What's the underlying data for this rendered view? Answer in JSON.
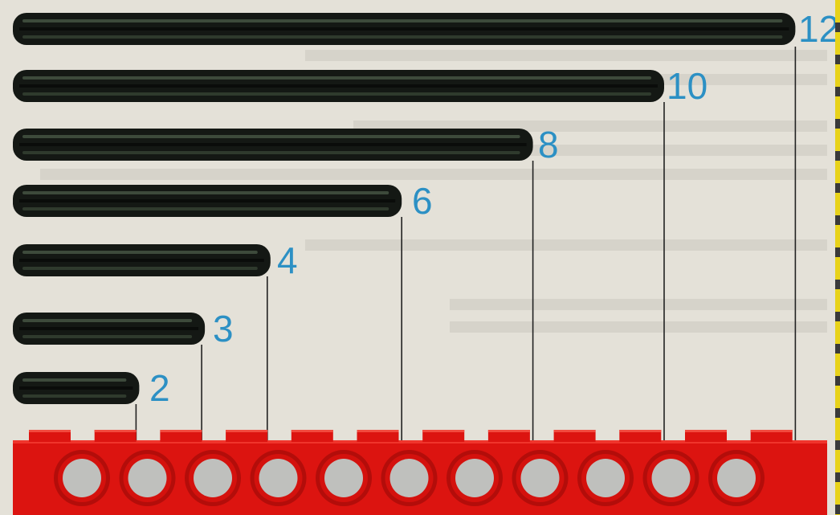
{
  "diagram": {
    "type": "lego-axle-length-gauge",
    "axles": [
      {
        "length": 12,
        "label": "12"
      },
      {
        "length": 10,
        "label": "10"
      },
      {
        "length": 8,
        "label": "8"
      },
      {
        "length": 6,
        "label": "6"
      },
      {
        "length": 4,
        "label": "4"
      },
      {
        "length": 3,
        "label": "3"
      },
      {
        "length": 2,
        "label": "2"
      }
    ],
    "brick": {
      "studs": 12,
      "holes": 11
    },
    "colors": {
      "axle": "#141814",
      "label": "#2c90c4",
      "brick": "#dc1410",
      "hole": "#bfc0bd",
      "background": "#e4e1d8"
    }
  }
}
